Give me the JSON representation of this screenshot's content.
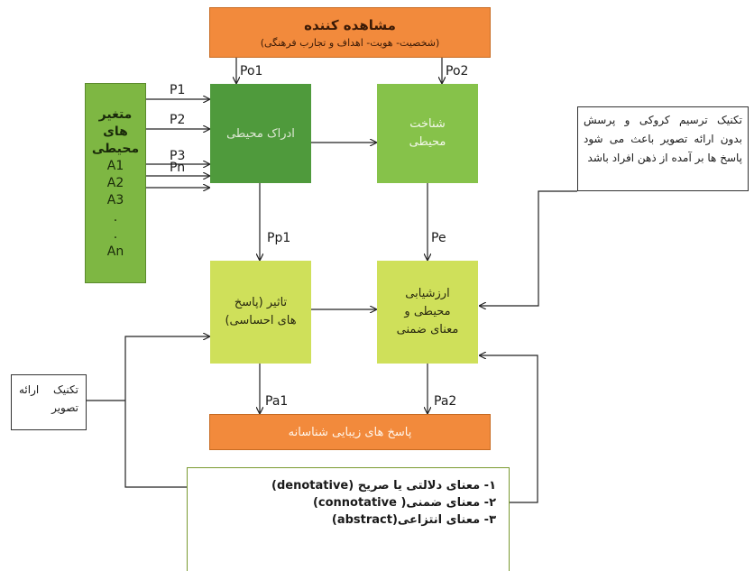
{
  "observer": {
    "title": "مشاهده کننده",
    "subtitle": "(شخصیت- هویت- اهداف و تجارب فرهنگی)"
  },
  "env_vars": {
    "title_line1": "متغیر های",
    "title_line2": "محیطی",
    "items": [
      "A1",
      "A2",
      "A3",
      ".",
      ".",
      "An"
    ]
  },
  "boxes": {
    "perception": "ادراک محیطی",
    "cognition_line1": "شناخت",
    "cognition_line2": "محیطی",
    "affect_line1": "تاثیر (پاسخ",
    "affect_line2": "های احساسی)",
    "evaluation_line1": "ارزشیابی",
    "evaluation_line2": "محیطی و",
    "evaluation_line3": "معنای ضمنی",
    "aesthetic": "پاسخ های زیبایی شناسانه"
  },
  "labels": {
    "p1": "P1",
    "p2": "P2",
    "p3": "P3",
    "pn": "Pn",
    "po1": "Po1",
    "po2": "Po2",
    "pp1": "Pp1",
    "pe": "Pe",
    "pa1": "Pa1",
    "pa2": "Pa2"
  },
  "meanings": {
    "line1": "۱- معنای دلالتی یا صریح (denotative)",
    "line2": "۲- معنای ضمنی( connotative)",
    "line3": "۳- معنای انتزاعی(abstract)"
  },
  "technique_left": {
    "line1": "تکنیک ارائه",
    "line2": "تصویر"
  },
  "technique_right": {
    "text": "تکنیک ترسیم کروکی و پرسش بدون ارائه تصویر باعث می شود پاسخ ها بر آمده از ذهن افراد باشد"
  },
  "colors": {
    "orange": "#f28a3c",
    "dark_green": "#4f9a3c",
    "mid_green": "#86c24a",
    "yellow_green": "#cfe05a",
    "var_green": "#7eb743"
  }
}
